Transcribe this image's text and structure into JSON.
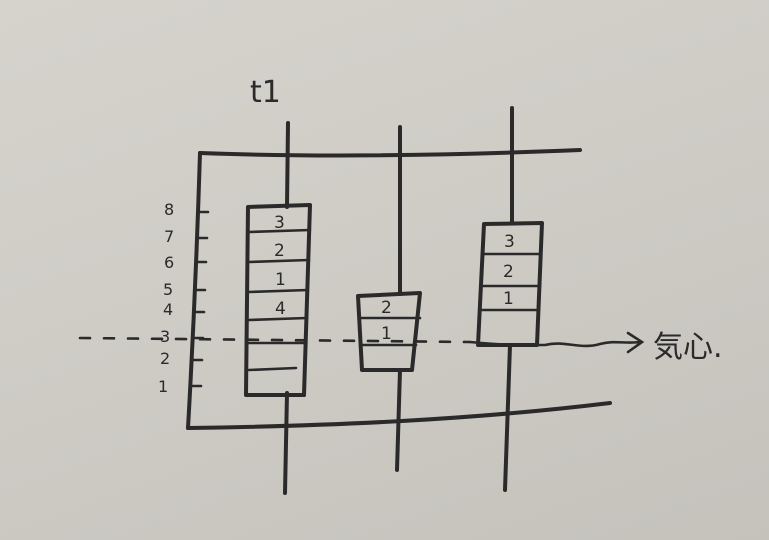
{
  "top_label": "t1",
  "axis_ticks": [
    "8",
    "7",
    "6",
    "5",
    "4",
    "3",
    "2",
    "1"
  ],
  "columns": [
    {
      "box_labels": [
        "3",
        "2",
        "1",
        "4",
        "",
        ""
      ]
    },
    {
      "box_labels": [
        "2",
        "1",
        ""
      ]
    },
    {
      "box_labels": [
        "3",
        "2",
        "1"
      ]
    }
  ],
  "arrow_label": "気心."
}
